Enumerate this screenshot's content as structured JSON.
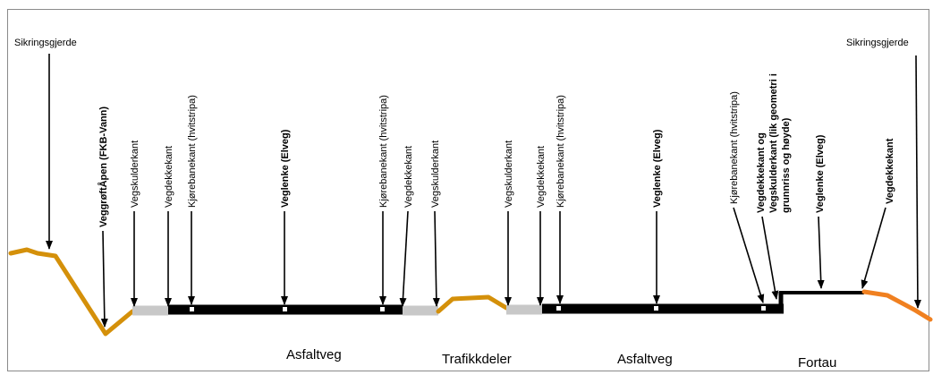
{
  "colors": {
    "ditch": "#d4900a",
    "shoulder": "#c8c8c8",
    "asphalt": "#000000",
    "divider": "#d4900a",
    "right_slope": "#f08020",
    "line": "#000000"
  },
  "labels": {
    "sikring_left": "Sikringsgjerde",
    "sikring_right": "Sikringsgjerde",
    "veggroft": "VeggrøftÅpen (FKB-Vann)",
    "vegskulder_1": "Vegskulderkant",
    "vegdekke_1": "Vegdekkekant",
    "kjorebane_1": "Kjørebanekant (hvitstripa)",
    "veglenke_1": "Veglenke (Elveg)",
    "kjorebane_2": "Kjørebanekant (hvitstripa)",
    "vegdekke_2": "Vegdekkekant",
    "vegskulder_2": "Vegskulderkant",
    "vegskulder_3": "Vegskulderkant",
    "vegdekke_3": "Vegdekkekant",
    "kjorebane_3": "Kjørebanekant (hvitstripa)",
    "veglenke_2": "Veglenke (Elveg)",
    "kjorebane_4": "Kjørebanekant (hvitstripa)",
    "vegdekke_4_l1": "Vegdekkekant og",
    "vegdekke_4_l2": "Vegskulderkant (lik geometri i",
    "vegdekke_4_l3": "grunnriss og høyde)",
    "veglenke_3": "Veglenke (Elveg)",
    "vegdekke_5": "Vegdekkekant"
  },
  "sections": {
    "asfaltveg_1": "Asfaltveg",
    "trafikkdeler": "Trafikkdeler",
    "asfaltveg_2": "Asfaltveg",
    "fortau": "Fortau"
  }
}
